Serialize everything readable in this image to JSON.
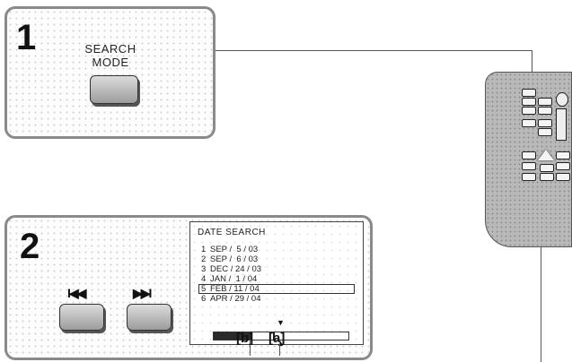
{
  "step1": {
    "number": "1",
    "button_label_line1": "SEARCH",
    "button_label_line2": "MODE"
  },
  "step2": {
    "number": "2",
    "prev_icon": "skip-previous-icon",
    "prev_glyph": "I◀◀",
    "next_icon": "skip-next-icon",
    "next_glyph": "▶▶I"
  },
  "screen": {
    "title": "DATE SEARCH",
    "entries": [
      {
        "num": "1",
        "date": "SEP /  5 / 03"
      },
      {
        "num": "2",
        "date": "SEP /  6 / 03"
      },
      {
        "num": "3",
        "date": "DEC / 24 / 03"
      },
      {
        "num": "4",
        "date": "JAN /  1 / 04"
      },
      {
        "num": "5",
        "date": "FEB / 11 / 04"
      },
      {
        "num": "6",
        "date": "APR / 29 / 04"
      }
    ],
    "selected_index": 4,
    "tape_icon": "tape-icon",
    "tape_glyph": "▣"
  },
  "callouts": {
    "b": "[b]",
    "a": "[a]"
  },
  "remote": {
    "icon": "remote-control-icon"
  }
}
